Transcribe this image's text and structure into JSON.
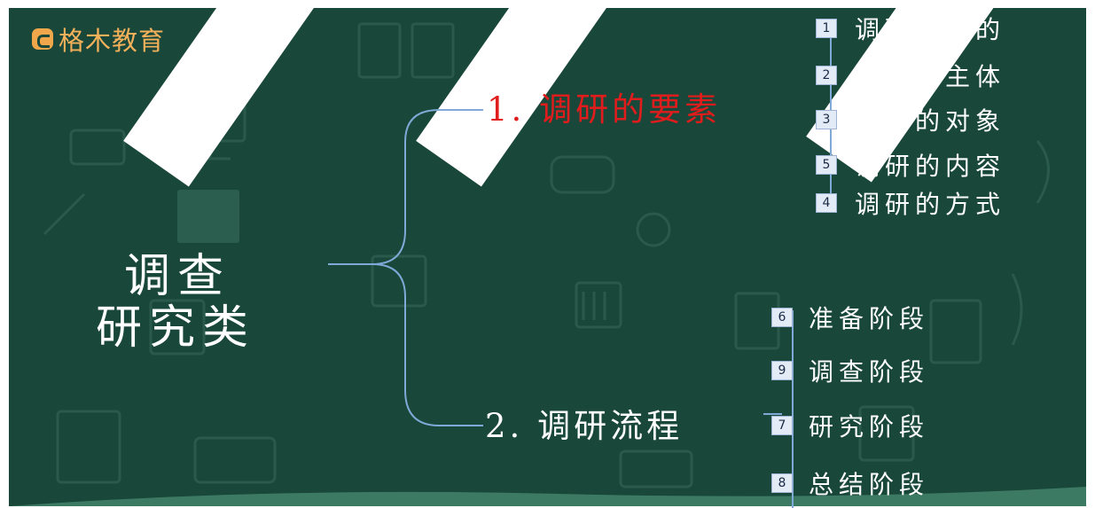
{
  "logo": {
    "text": "格木教育"
  },
  "root": {
    "lines": [
      "调查",
      "研究类"
    ]
  },
  "branches": [
    {
      "label": "1. 调研的要素",
      "color": "#e11c1c",
      "items": [
        {
          "num": "1",
          "text": "调研的目的"
        },
        {
          "num": "2",
          "text": "调研的主体"
        },
        {
          "num": "3",
          "text": "调研的对象"
        },
        {
          "num": "5",
          "text": "调研的内容"
        },
        {
          "num": "4",
          "text": "调研的方式"
        }
      ]
    },
    {
      "label": "2. 调研流程",
      "color": "#ffffff",
      "items": [
        {
          "num": "6",
          "text": "准备阶段"
        },
        {
          "num": "9",
          "text": "调查阶段"
        },
        {
          "num": "7",
          "text": "研究阶段"
        },
        {
          "num": "8",
          "text": "总结阶段"
        }
      ]
    }
  ],
  "colors": {
    "board": "#19473a",
    "connector": "#7fa9d6",
    "logo": "#f4b15a",
    "number_box": "#e3ebf6"
  }
}
